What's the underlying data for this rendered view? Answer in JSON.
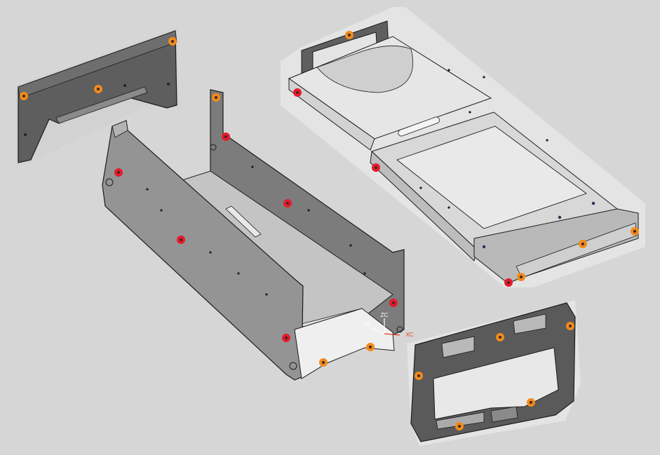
{
  "viewport": {
    "background": "#d6d6d6",
    "part_fill_dark": "#5f5f5f",
    "part_fill_mid": "#8b8b8b",
    "part_fill_light": "#c9c9c9",
    "part_fill_white": "#efefef",
    "edge_color": "#1a1a1a"
  },
  "triad": {
    "zc_label": "ZC",
    "yc_label": "YC",
    "xc_label": "XC",
    "xc_color": "#e0401a",
    "axis_color": "#ffffff"
  },
  "markers": {
    "fixed_color": "#e8192c",
    "free_color": "#f28a1a",
    "fixed_icon": "fixed-constraint-marker-icon",
    "free_icon": "free-constraint-marker-icon"
  }
}
